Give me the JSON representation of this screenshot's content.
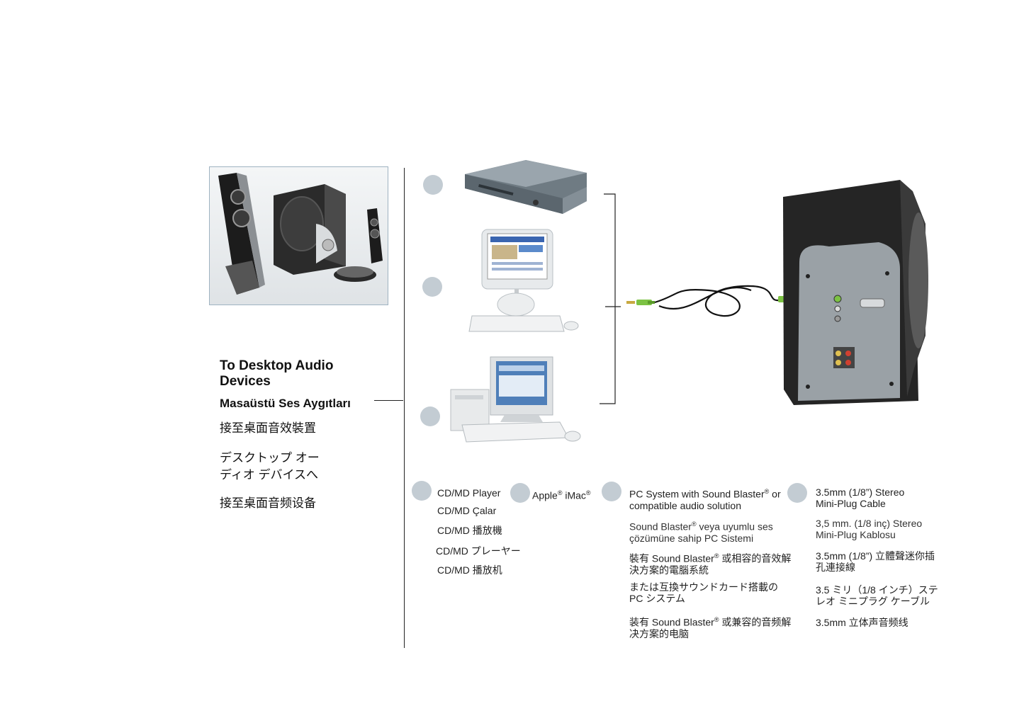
{
  "left": {
    "heading_en": "To Desktop Audio Devices",
    "heading_tr": "Masaüstü Ses Aygıtları",
    "heading_zh_tw": "接至桌面音效裝置",
    "heading_ja_line1": "デスクトップ オー",
    "heading_ja_line2": "ディオ デバイスへ",
    "heading_zh_cn": "接至桌面音频设备"
  },
  "col_cd": {
    "items": [
      "CD/MD Player",
      "CD/MD Çalar",
      "CD/MD 播放機",
      "CD/MD プレーヤー",
      "CD/MD 播放机"
    ]
  },
  "col_imac": {
    "label_apple": "Apple",
    "label_imac": " iMac",
    "reg": "®"
  },
  "col_pc": {
    "en_1": "PC System with Sound Blaster",
    "en_2": " or",
    "en_line2": "compatible audio solution",
    "tr_1": "Sound Blaster",
    "tr_2": " veya uyumlu ses",
    "tr_line2": "çözümüne sahip PC Sistemi",
    "zh_tw_1": "裝有 Sound Blaster",
    "zh_tw_2": " 或相容的音效解",
    "zh_tw_line2": "決方案的電腦系統",
    "ja_line1": "または互換サウンドカード搭載の",
    "ja_line2": "PC システム",
    "zh_cn_1": "装有 Sound Blaster",
    "zh_cn_2": " 或兼容的音频解",
    "zh_cn_line2": "决方案的电脑",
    "reg": "®"
  },
  "col_cable": {
    "en_line1": "3.5mm (1/8”) Stereo",
    "en_line2": "Mini-Plug Cable",
    "tr_line1": "3,5 mm. (1/8 inç) Stereo",
    "tr_line2": "Mini-Plug Kablosu",
    "zh_tw_line1": "3.5mm (1/8”) 立體聲迷你插",
    "zh_tw_line2": "孔連接線",
    "ja_line1": "3.5 ミリ（1/8 インチ）ステ",
    "ja_line2": "レオ ミニプラグ ケーブル",
    "zh_cn": "3.5mm 立体声音频线"
  },
  "colors": {
    "badge": "#c3ccd3",
    "cable_tip": "#7cc243",
    "speaker_panel": "#9aa1a6"
  }
}
